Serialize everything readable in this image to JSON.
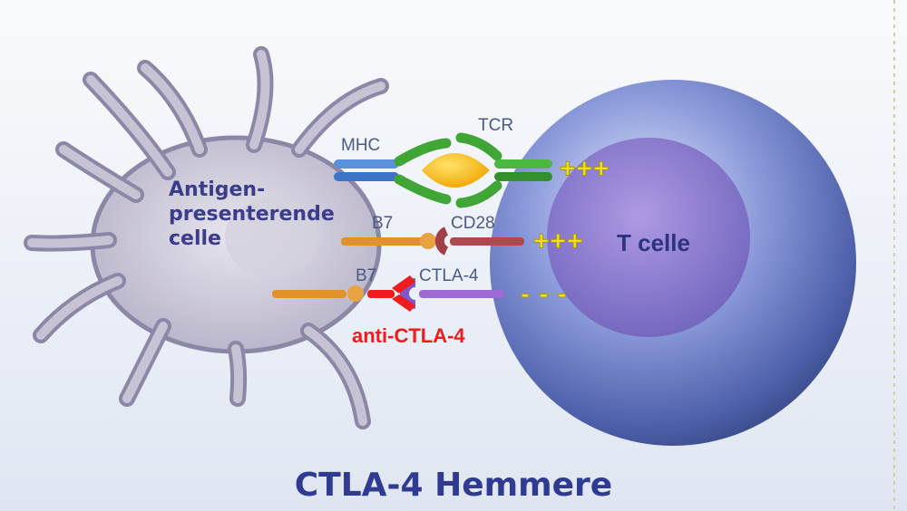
{
  "labels": {
    "mhc": "MHC",
    "tcr": "TCR",
    "b7_top": "B7",
    "cd28": "CD28",
    "b7_bottom": "B7",
    "ctla4": "CTLA-4",
    "apc_line1": "Antigen-",
    "apc_line2": "presenterende",
    "apc_line3": "celle",
    "t_cell": "T celle",
    "anti_ctla4": "anti-CTLA-4",
    "signal_tcr": "+++",
    "signal_cd28": "+++",
    "signal_ctla4": "- - -"
  },
  "title": "CTLA-4 Hemmere",
  "colors": {
    "title": "#2f3a93",
    "apc_label": "#3a3c8c",
    "anti_ctla4": "#ee1c1c",
    "positive_signal": "#f3e21a",
    "t_cell": "#5c6fb8",
    "apc": "#c7c3d5",
    "b7": "#e0922c",
    "cd28": "#b0484f",
    "ctla4": "#9b6ad3",
    "mhc": "#4d86d8",
    "tcr": "#3fa636",
    "antigen": "#f4b300"
  }
}
